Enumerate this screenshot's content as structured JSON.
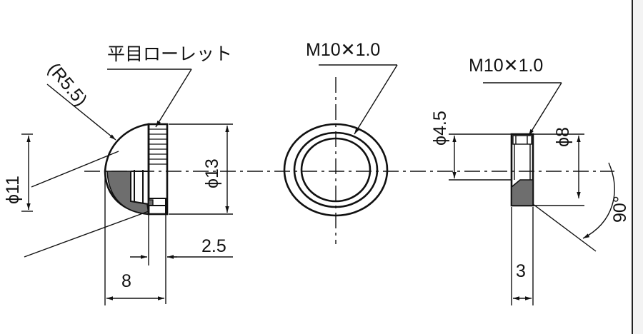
{
  "labels": {
    "knurl": "平目ローレット",
    "radius": "(R5.5)",
    "thread_center": "M10✕1.0",
    "thread_right": "M10✕1.0",
    "dia_11": "ϕ11",
    "dia_13": "ϕ13",
    "dia_4_5": "ϕ4.5",
    "dia_8": "ϕ8",
    "dim_2_5": "2.5",
    "dim_8": "8",
    "dim_3": "3",
    "angle_90": "90°"
  },
  "colors": {
    "line": "#111111",
    "section_fill": "#6e6e6e",
    "background": "#ffffff"
  }
}
